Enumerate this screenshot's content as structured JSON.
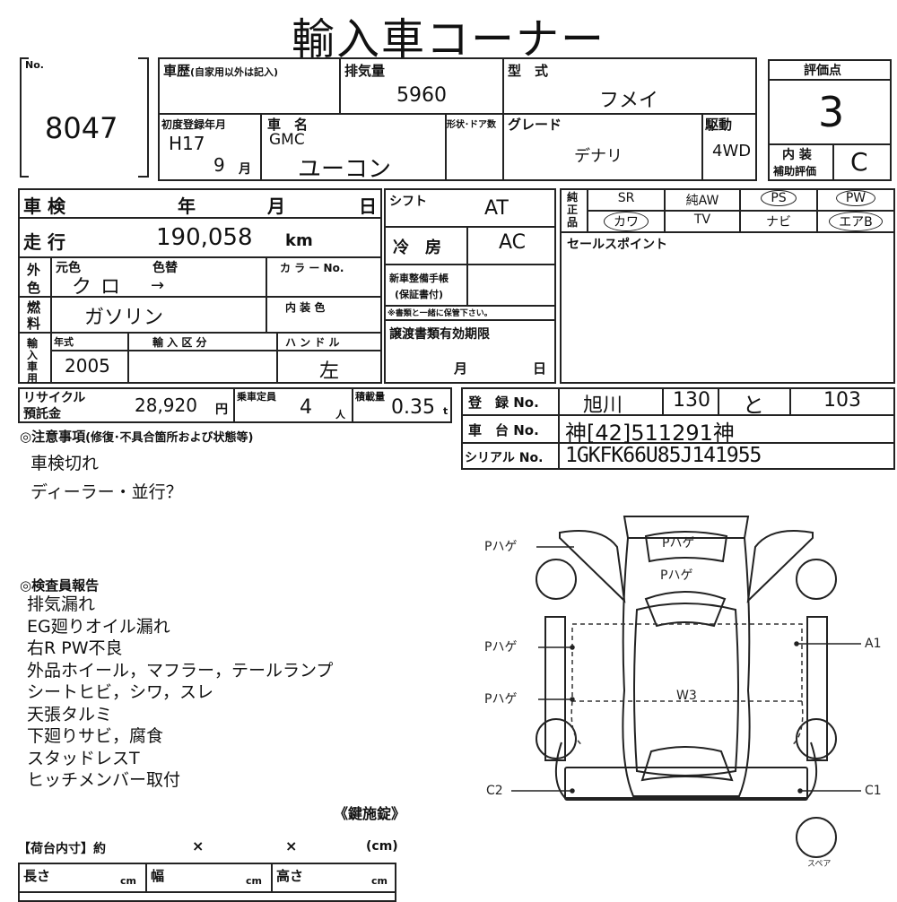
{
  "title": "輸入車コーナー",
  "no": {
    "label": "No.",
    "value": "8047"
  },
  "history": {
    "label": "車歴",
    "note": "(自家用以外は記入)"
  },
  "displacement": {
    "label": "排気量",
    "value": "5960"
  },
  "model_type": {
    "label": "型　式",
    "value": "フメイ"
  },
  "evaluation": {
    "label": "評価点",
    "value": "3",
    "interior_label_1": "内 装",
    "interior_label_2": "補助評価",
    "interior_value": "C"
  },
  "first_reg": {
    "label": "初度登録年月",
    "era": "H17",
    "month": "9",
    "month_unit": "月"
  },
  "car_name": {
    "label": "車　名",
    "maker": "GMC",
    "name": "ユーコン"
  },
  "shape_door": {
    "label": "形状･ドア数"
  },
  "grade": {
    "label": "グレード",
    "value": "デナリ"
  },
  "drive": {
    "label": "駆動",
    "value": "4WD"
  },
  "inspection": {
    "label": "車 検",
    "year": "年",
    "month": "月",
    "day": "日"
  },
  "mileage": {
    "label": "走 行",
    "value": "190,058",
    "unit": "km"
  },
  "color": {
    "label1": "外",
    "label2": "色",
    "original_label": "元色",
    "change_label": "色替",
    "original": "クロ",
    "arrow": "→",
    "code_label": "カ ラ ー No."
  },
  "fuel": {
    "label1": "燃",
    "label2": "料",
    "value": "ガソリン",
    "interior_color_label": "内 装 色"
  },
  "import": {
    "label1": "輸",
    "label2": "入",
    "label3": "車",
    "label4": "用",
    "year_label": "年式",
    "year": "2005",
    "import_type_label": "輸 入 区 分",
    "handle_label": "ハ ン ド ル",
    "handle": "左"
  },
  "shift": {
    "label": "シフト",
    "value": "AT"
  },
  "ac": {
    "label": "冷　房",
    "value": "AC"
  },
  "service_book": {
    "label1": "新車整備手帳",
    "label2": "(保証書付)",
    "note": "※書類と一緒に保管下さい。"
  },
  "transfer_docs": {
    "label": "譲渡書類有効期限",
    "month": "月",
    "day": "日"
  },
  "genuine": {
    "l1": "純",
    "l2": "正",
    "l3": "品"
  },
  "equipment": [
    {
      "label": "SR",
      "circled": false
    },
    {
      "label": "純AW",
      "circled": false
    },
    {
      "label": "PS",
      "circled": true
    },
    {
      "label": "PW",
      "circled": true
    },
    {
      "label": "カワ",
      "circled": true
    },
    {
      "label": "TV",
      "circled": false
    },
    {
      "label": "ナビ",
      "circled": false
    },
    {
      "label": "エアB",
      "circled": true
    }
  ],
  "sales_point": {
    "label": "セールスポイント"
  },
  "recycle": {
    "label1": "リサイクル",
    "label2": "預託金",
    "value": "28,920",
    "unit": "円"
  },
  "capacity": {
    "label": "乗車定員",
    "value": "4",
    "unit": "人"
  },
  "load": {
    "label": "積載量",
    "value": "0.35",
    "unit": "t"
  },
  "registration": {
    "label": "登　録 No.",
    "region": "旭川",
    "class": "130",
    "kana": "と",
    "number": "103"
  },
  "chassis": {
    "label": "車　台 No.",
    "value": "神[42]511291神"
  },
  "serial": {
    "label": "シリアル No.",
    "value": "1GKFK66U85J141955"
  },
  "notes": {
    "heading": "◎注意事項",
    "sub": "(修復･不具合箇所および状態等)",
    "lines": [
      "車検切れ",
      "ディーラー・並行？"
    ]
  },
  "inspector": {
    "heading": "◎検査員報告",
    "lines": [
      "排気漏れ",
      "EG廻りオイル漏れ",
      "右R PW不良",
      "外品ホイール，マフラー，テールランプ",
      "シートヒビ，シワ，スレ",
      "天張タルミ",
      "下廻りサビ，腐食",
      "スタッドレスT",
      "ヒッチメンバー取付"
    ]
  },
  "key": "《鍵施錠》",
  "cargo": {
    "label": "【荷台内寸】約",
    "x1": "×",
    "x2": "×",
    "unit": "(cm)",
    "length": "長さ",
    "width": "幅",
    "height": "高さ",
    "cm": "cm"
  },
  "diagram": {
    "p_hage_top": "Pハゲ",
    "p_hage_roof": "Pハゲ",
    "p_hage_1": "Pハゲ",
    "p_hage_2": "Pハゲ",
    "p_hage_3": "Pハゲ",
    "w3": "W3",
    "a1": "A1",
    "c1": "C1",
    "c2": "C2",
    "spare": "スペア"
  }
}
